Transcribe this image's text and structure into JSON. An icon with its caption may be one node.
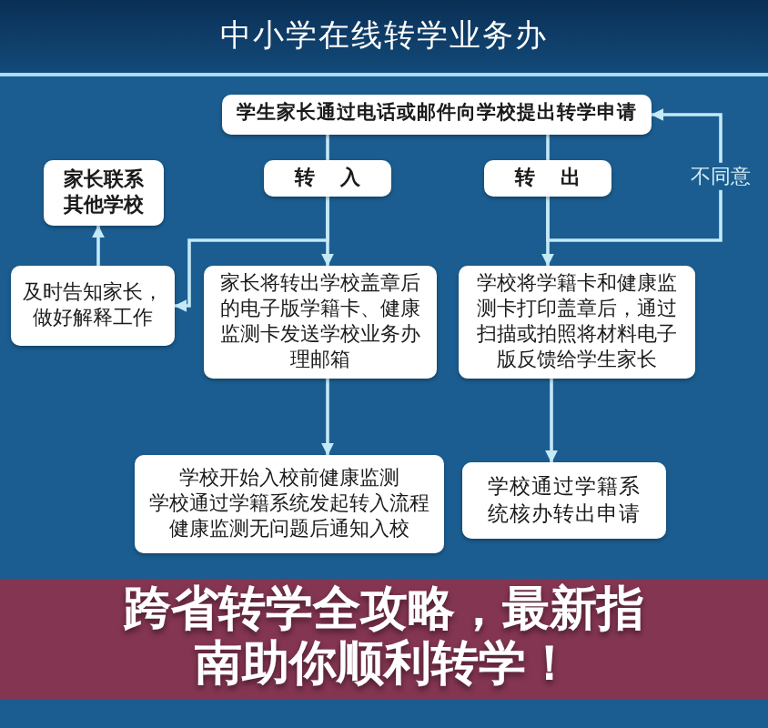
{
  "diagram": {
    "title": "中小学在线转学业务办",
    "nodes": [
      {
        "text": [
          "学生家长通过电话或邮件向学校提出转学申请"
        ]
      },
      {
        "text": [
          "家长联系其他学校"
        ]
      },
      {
        "text": [
          "转 入"
        ]
      },
      {
        "text": [
          "转 出"
        ]
      },
      {
        "text": [
          "跨省转学全攻略，最新指南助你顺利转学！"
        ]
      },
      {
        "text": [
          "及时告知家长，做好解释工作"
        ]
      },
      {
        "text": [
          "家长将转出学校盖章后的电子版学籍卡、健康监测卡发送学校业务办理邮箱"
        ]
      },
      {
        "text": [
          "学校将学籍卡和健康监测卡打印盖章后，通过扫描或拍照将材料电子版反馈给学生家长"
        ]
      },
      {
        "text": [
          "学校开始入校前健康监测",
          "学校通过学籍系统发起转入流程",
          "健康监测无问题后通知入校"
        ]
      },
      {
        "text": [
          "学校通过学籍系统核办转出申请"
        ]
      }
    ],
    "edges": [
      {
        "from": 0,
        "to": 2,
        "arrow": "none"
      },
      {
        "from": 0,
        "to": 3,
        "arrow": "none"
      },
      {
        "from": 2,
        "to": 6,
        "arrow": "to"
      },
      {
        "from": 2,
        "to": 5,
        "arrow": "to"
      },
      {
        "from": 5,
        "to": 1,
        "arrow": "to"
      },
      {
        "from": 3,
        "to": 0,
        "arrow": "to",
        "label": "不同意"
      },
      {
        "from": 3,
        "to": 7,
        "arrow": "to"
      },
      {
        "from": 6,
        "to": 8,
        "arrow": "to"
      },
      {
        "from": 7,
        "to": 9,
        "arrow": "to"
      }
    ]
  }
}
